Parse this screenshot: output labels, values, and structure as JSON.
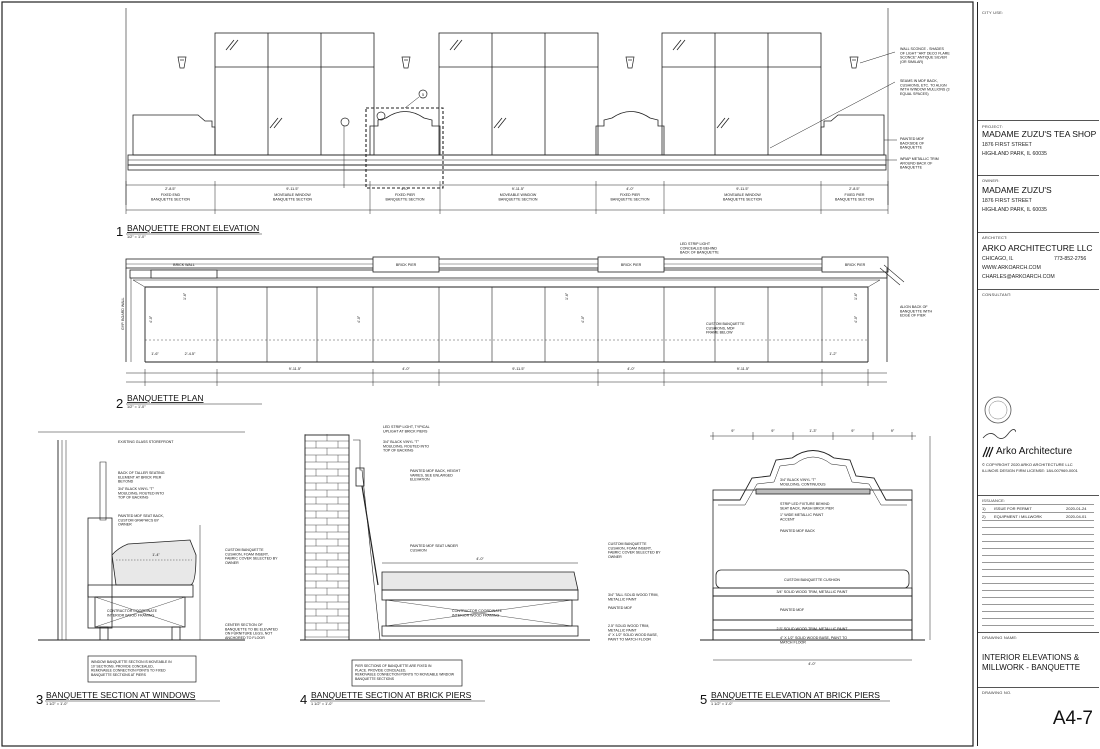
{
  "titleblock": {
    "city_use": "CITY USE:",
    "project_label": "PROJECT:",
    "project_name": "MADAME ZUZU'S TEA SHOP",
    "project_address1": "1876 FIRST STREET",
    "project_address2": "HIGHLAND PARK, IL 60035",
    "owner_label": "OWNER:",
    "owner_name": "MADAME ZUZU'S",
    "owner_address1": "1876 FIRST STREET",
    "owner_address2": "HIGHLAND PARK, IL 60035",
    "architect_label": "ARCHITECT:",
    "architect_name": "ARKO ARCHITECTURE LLC",
    "architect_city": "CHICAGO, IL",
    "architect_phone": "773-852-2756",
    "architect_web": "WWW.ARKOARCH.COM",
    "architect_email": "CHARLES@ARKOARCH.COM",
    "consultant_label": "CONSULTANT:",
    "logo_text": "Arko Architecture",
    "copyright": "© COPYRIGHT 2020 ARKO ARCHITECTURE LLC",
    "license": "ILLINOIS DESIGN FIRM LICENSE: 184-007969-0001",
    "issuance_label": "ISSUANCE:",
    "issuances": [
      {
        "no": "1)",
        "desc": "ISSUE FOR PERMIT",
        "date": "2020-01-24"
      },
      {
        "no": "2)",
        "desc": "EQUIPMENT / MILLWORK",
        "date": "2020-04-01"
      }
    ],
    "drawing_name_label": "DRAWING NAME:",
    "drawing_name1": "INTERIOR ELEVATIONS &",
    "drawing_name2": "MILLWORK - BANQUETTE",
    "drawing_no_label": "DRAWING NO.",
    "drawing_no": "A4-7"
  },
  "views": {
    "v1": {
      "num": "1",
      "title": "BANQUETTE FRONT ELEVATION",
      "scale": "1/2\" = 1'-0\""
    },
    "v2": {
      "num": "2",
      "title": "BANQUETTE PLAN",
      "scale": "1/2\" = 1'-0\""
    },
    "v3": {
      "num": "3",
      "title": "BANQUETTE SECTION AT WINDOWS",
      "scale": "1 1/2\" = 1'-0\""
    },
    "v4": {
      "num": "4",
      "title": "BANQUETTE SECTION AT BRICK PIERS",
      "scale": "1 1/2\" = 1'-0\""
    },
    "v5": {
      "num": "5",
      "title": "BANQUETTE ELEVATION AT BRICK PIERS",
      "scale": "1 1/2\" = 1'-0\""
    }
  },
  "elevation": {
    "dims": [
      "2'-8.5\"",
      "9'-11.5\"",
      "4'-0\"",
      "9'-11.5\"",
      "4'-0\"",
      "9'-11.5\"",
      "2'-8.5\""
    ],
    "sections": [
      "FIXED END\nBANQUETTE SECTION",
      "MOVEABLE WINDOW\nBANQUETTE SECTION",
      "FIXED PIER\nBANQUETTE SECTION",
      "MOVEABLE WINDOW\nBANQUETTE SECTION",
      "FIXED PIER\nBANQUETTE SECTION",
      "MOVEABLE WINDOW\nBANQUETTE SECTION",
      "FIXED PIER\nBANQUETTE SECTION"
    ],
    "notes": [
      "WALL SCONCE - SHADES\nOF LIGHT \"ART DECO FLARE\nSCONCE\" ANTIQUE SILVER\n(OR SIMILAR)",
      "SEAMS IN MDF BACK,\nCUSHIONS, ETC. TO ALIGN\nWITH WINDOW MULLIONS (3\nEQUAL SPACES)",
      "PAINTED MDF\nBACKSIDE OF\nBANQUETTE",
      "WRAP METALLIC TRIM\nAROUND BACK OF\nBANQUETTE"
    ],
    "callout": "5"
  },
  "plan": {
    "labels": [
      "BRICK WALL",
      "BRICK PIER",
      "BRICK PIER",
      "BRICK PIER"
    ],
    "wall_label": "GYP. BOARD WALL",
    "notes": [
      "LED STRIP LIGHT\nCONCEALED BEHIND\nBACK OF BANQUETTE",
      "CUSTOM BANQUETTE\nCUSHIONS, MDF\nFRAME BELOW",
      "ALIGN BACK OF\nBANQUETTE WITH\nEDGE OF PIER"
    ],
    "dims": [
      "9'-11.5\"",
      "4'-0\"",
      "9'-11.5\"",
      "4'-0\"",
      "9'-11.5\""
    ],
    "left_dims": [
      "1'-6\"",
      "2'-4.5\"",
      "1'-2\""
    ],
    "vdims": [
      "1'-6\"",
      "4'-0\"",
      "4'-0\"",
      "1'-6\"",
      "4'-0\"",
      "1'-6\"",
      "4'-0\""
    ]
  },
  "sec3": {
    "notes": [
      "EXISTING GLASS STOREFRONT",
      "BACK OF TALLER SEATING\nELEMENT AT BRICK PIER\nBEYOND",
      "3/4\" BLACK VINYL \"T\"\nMOULDING, ROUTED INTO\nTOP OF BACKING",
      "PAINTED MDF SEAT BACK,\nCUSTOM GRAPHICS BY\nOWNER",
      "CUSTOM BANQUETTE\nCUSHION, FOAM INSERT,\nFABRIC COVER SELECTED BY\nOWNER",
      "CONTRACTOR COORDINATE\nINTERIOR WOOD FRAMING",
      "CENTER SECTION OF\nBANQUETTE TO BE ELEVATED\nON FURNITURE LEGS, NOT\nANCHORED TO FLOOR"
    ],
    "box": "WINDOW BANQUETTE SECTION IS MOVEABLE IN\n10' SECTIONS. PROVIDE CONCEALED,\nREMOVABLE CONNECTION POINTS TO FIXED\nBANQUETTE SECTIONS AT PIERS",
    "dim": "1'-4\""
  },
  "sec4": {
    "notes": [
      "LED STRIP LIGHT, TYPICAL\nUPLIGHT AT BRICK PIERS",
      "3/4\" BLACK VINYL \"T\"\nMOULDING, ROUTED INTO\nTOP OF BACKING",
      "PAINTED MDF BACK, HEIGHT\nVARIES, SEE ENLARGED\nELEVATION",
      "PAINTED MDF SEAT UNDER\nCUSHION",
      "CUSTOM BANQUETTE\nCUSHION, FOAM INSERT,\nFABRIC COVER SELECTED BY\nOWNER",
      "CONTRACTOR COORDINATE\nINTERIOR WOOD FRAMING",
      "3/4\" TALL SOLID WOOD TRIM,\nMETALLIC PAINT",
      "PAINTED MDF",
      "2.5\" SOLID WOOD TRIM,\nMETALLIC PAINT",
      "4\" X 1/2\" SOLID WOOD BASE,\nPAINT TO MATCH FLOOR"
    ],
    "box": "PIER SECTIONS OF BANQUETTE ARE FIXED IN\nPLACE. PROVIDE CONCEALED,\nREMOVABLE CONNECTION POINTS TO MOVEABLE WINDOW\nBANQUETTE SECTIONS",
    "dim": "4'-0\""
  },
  "sec5": {
    "top_dims": [
      "9\"",
      "9\"",
      "1'-3\"",
      "9\"",
      "9\""
    ],
    "notes": [
      "3/4\" BLACK VINYL \"T\"\nMOULDING, CONTINUOUS",
      "STRIP LED FIXTURE BEHIND\nSEAT BACK, WASH BRICK PIER",
      "1\" WIDE METALLIC PAINT\nACCENT",
      "PAINTED MDF BACK",
      "CUSTOM BANQUETTE CUSHION",
      "3/4\" SOLID WOOD TRIM, METALLIC PAINT",
      "PAINTED MDF",
      "2.5\" SOLID WOOD TRIM, METALLIC PAINT",
      "4\" X 1/2\" SOLID WOOD BASE, PAINT TO\nMATCH FLOOR"
    ],
    "bottom_dim": "4'-0\""
  }
}
